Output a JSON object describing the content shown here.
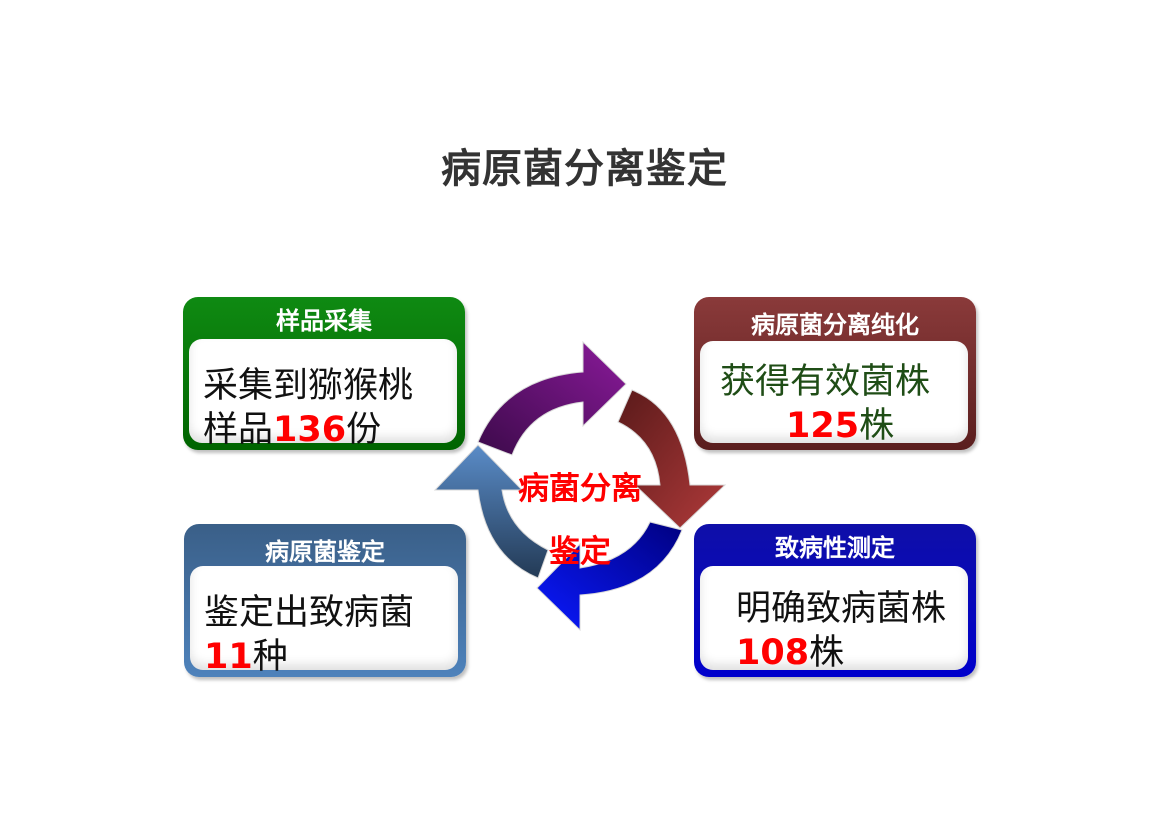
{
  "title": "病原菌分离鉴定",
  "center": {
    "line1": "病菌分离",
    "line2": "鉴定"
  },
  "panels": {
    "sample_collection": {
      "header": "样品采集",
      "line1": "采集到猕猴桃",
      "line2_prefix": "样品",
      "count": "136",
      "line2_suffix": "份"
    },
    "isolation_purification": {
      "header": "病原菌分离纯化",
      "line1": "获得有效菌株",
      "count": "125",
      "line2_suffix": "株"
    },
    "identification": {
      "header": "病原菌鉴定",
      "line1": "鉴定出致病菌",
      "count": "11",
      "line2_suffix": "种"
    },
    "pathogenicity_test": {
      "header": "致病性测定",
      "line1": "明确致病菌株",
      "count": "108",
      "line2_suffix": "株"
    }
  },
  "colors": {
    "green": "#0a7d0d",
    "maroon": "#6e2a2a",
    "steel_blue": "#4574a8",
    "blue": "#0000c8",
    "purple": "#6a0f7a",
    "highlight": "#ff0000"
  }
}
